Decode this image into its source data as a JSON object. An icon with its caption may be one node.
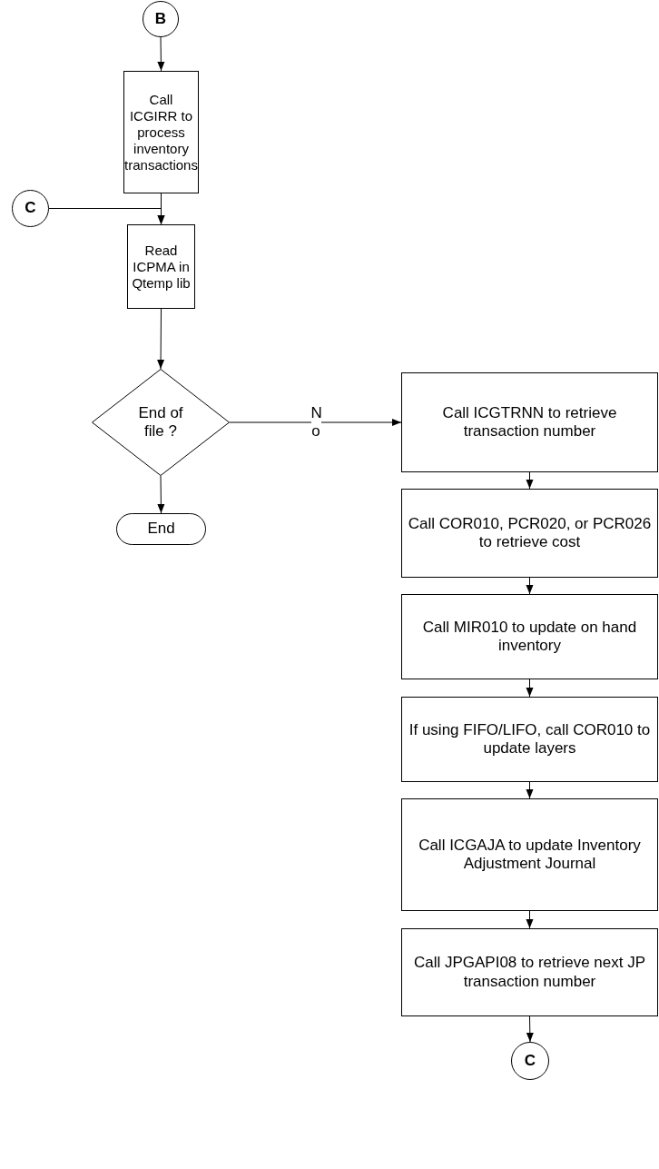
{
  "diagram": {
    "nodes": [
      {
        "text": [
          "B"
        ]
      },
      {
        "text": [
          "Call ICGIRR to process inventory transactions"
        ]
      },
      {
        "text": [
          "C"
        ]
      },
      {
        "text": [
          "Read ICPMA in Qtemp lib"
        ]
      },
      {
        "text": [
          "End of file ?"
        ]
      },
      {
        "text": [
          "End"
        ]
      },
      {
        "text": [
          "Call ICGTRNN to retrieve transaction number"
        ]
      },
      {
        "text": [
          "Call COR010, PCR020, or PCR026 to retrieve cost"
        ]
      },
      {
        "text": [
          "Call MIR010 to update on hand inventory"
        ]
      },
      {
        "text": [
          "If using FIFO/LIFO, call COR010 to update layers"
        ]
      },
      {
        "text": [
          "Call ICGAJA to update Inventory Adjustment Journal"
        ]
      },
      {
        "text": [
          "Call JPGAPI08 to retrieve next JP transaction number"
        ]
      },
      {
        "text": [
          "C"
        ]
      }
    ],
    "edges": [
      {
        "from": 0,
        "to": 1,
        "arrow": "to"
      },
      {
        "from": 1,
        "to": 3,
        "arrow": "to"
      },
      {
        "from": 2,
        "to": 3,
        "arrow": "to"
      },
      {
        "from": 3,
        "to": 4,
        "arrow": "to"
      },
      {
        "from": 4,
        "to": 6,
        "arrow": "to",
        "label": "No"
      },
      {
        "from": 4,
        "to": 5,
        "arrow": "to"
      },
      {
        "from": 6,
        "to": 7,
        "arrow": "to"
      },
      {
        "from": 7,
        "to": 8,
        "arrow": "to"
      },
      {
        "from": 8,
        "to": 9,
        "arrow": "to"
      },
      {
        "from": 9,
        "to": 10,
        "arrow": "to"
      },
      {
        "from": 10,
        "to": 11,
        "arrow": "to"
      },
      {
        "from": 11,
        "to": 12,
        "arrow": "to"
      }
    ]
  }
}
